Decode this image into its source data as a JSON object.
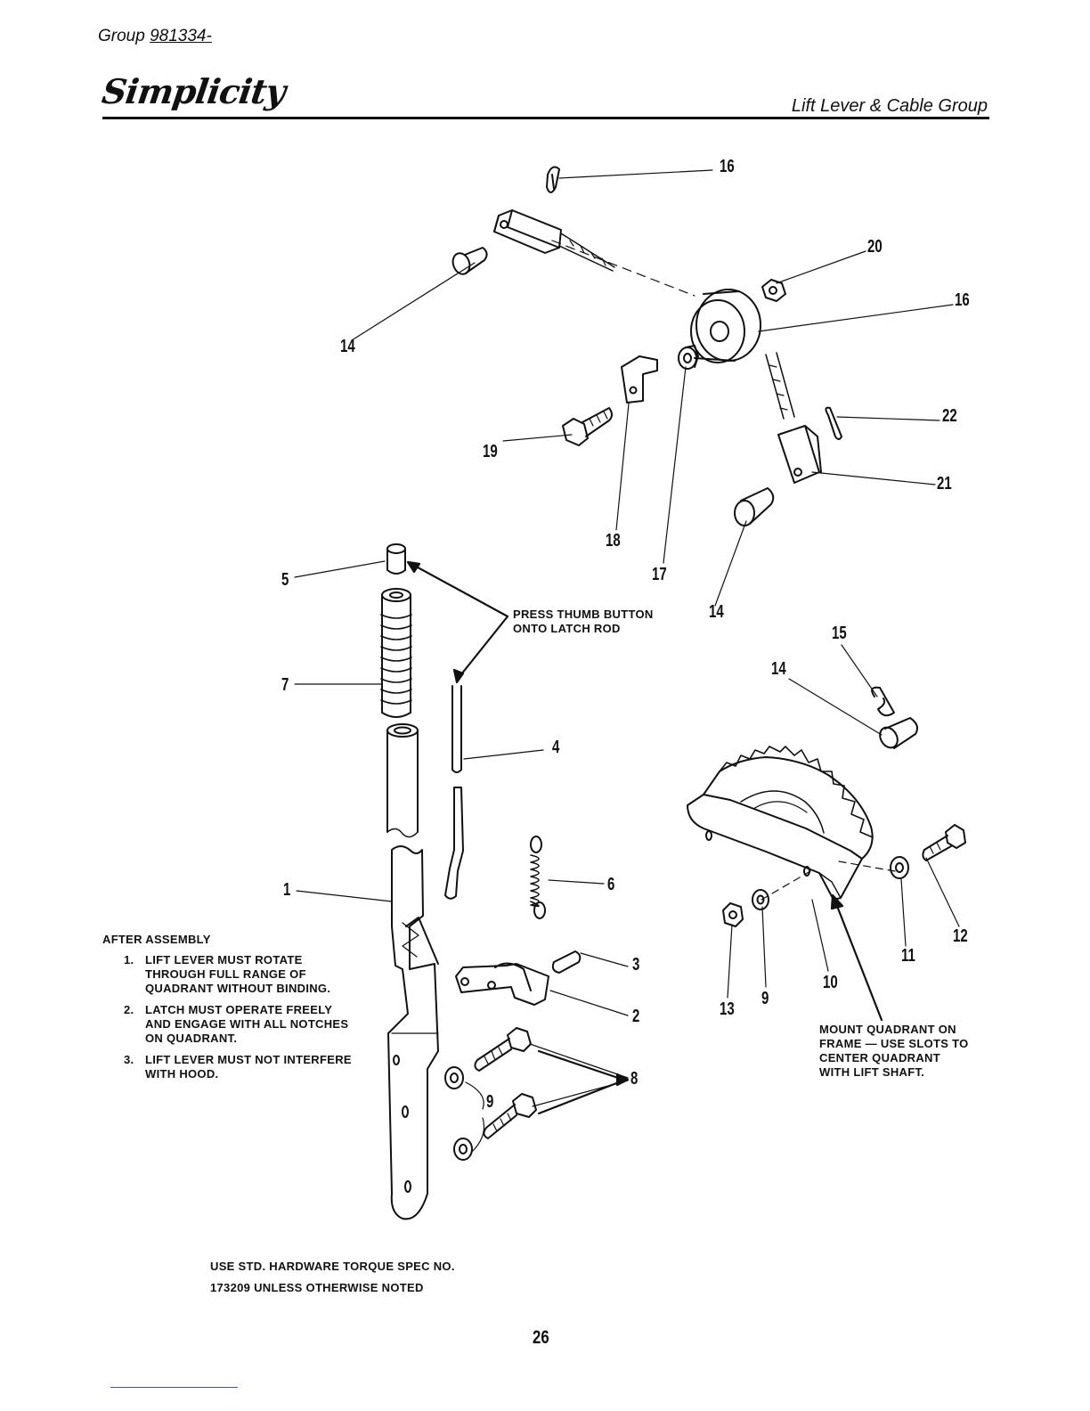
{
  "header": {
    "group_label": "Group",
    "group_number": "981334-",
    "brand": "Simplicity",
    "section_title": "Lift Lever & Cable Group"
  },
  "callouts": {
    "c16a": "16",
    "c20": "20",
    "c16b": "16",
    "c14a": "14",
    "c22": "22",
    "c21": "21",
    "c19": "19",
    "c18": "18",
    "c17": "17",
    "c14b": "14",
    "c5": "5",
    "c7": "7",
    "c15": "15",
    "c14c": "14",
    "c4": "4",
    "c6": "6",
    "c1": "1",
    "c3": "3",
    "c2": "2",
    "c8": "8",
    "c9a": "9",
    "c12": "12",
    "c11": "11",
    "c10": "10",
    "c13": "13",
    "c9b": "9"
  },
  "notes": {
    "press_thumb_1": "PRESS THUMB BUTTON",
    "press_thumb_2": "ONTO LATCH ROD",
    "mount_1": "MOUNT QUADRANT ON",
    "mount_2": "FRAME — USE SLOTS TO",
    "mount_3": "CENTER QUADRANT",
    "mount_4": "WITH LIFT SHAFT.",
    "after_assembly": {
      "heading": "AFTER ASSEMBLY",
      "items": [
        {
          "num": "1.",
          "text": "LIFT LEVER MUST ROTATE THROUGH FULL RANGE OF QUADRANT WITHOUT BINDING."
        },
        {
          "num": "2.",
          "text": "LATCH MUST OPERATE FREELY AND ENGAGE WITH ALL NOTCHES ON QUADRANT."
        },
        {
          "num": "3.",
          "text": "LIFT LEVER MUST NOT INTERFERE WITH HOOD."
        }
      ]
    },
    "torque_1": "USE STD. HARDWARE TORQUE SPEC NO.",
    "torque_2": "173209 UNLESS OTHERWISE NOTED"
  },
  "page_number": "26"
}
